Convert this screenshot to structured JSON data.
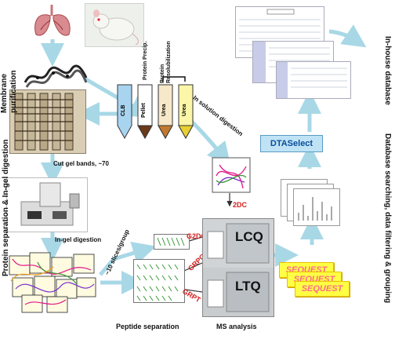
{
  "labels": {
    "membrane_purification": "Membrane purification",
    "protein_separation": "Protein separation & In-gel digestion",
    "peptide_separation": "Peptide separation",
    "ms_analysis": "MS analysis",
    "in_house_database": "In-house database",
    "database_searching": "Database searching, data filtering & grouping",
    "protein_precip": "Protein Precip.",
    "protein_resolubilization": "Protein Resolubilization",
    "in_solution_digestion": "In solution digestion",
    "cut_gel_bands": "Cut gel bands, ~70",
    "in_gel_digestion": "In-gel digestion",
    "slices_per_group": "~10 slices/group",
    "tube_clb": "CLB",
    "tube_pellet": "Pellet",
    "tube_urea_1": "Urea",
    "tube_urea_2": "Urea",
    "two_dc": "2DC",
    "g2dc": "G2DC",
    "grpc": "GRPC",
    "grpt": "GRPT",
    "lcq": "LCQ",
    "ltq": "LTQ",
    "dtaselect": "DTASelect",
    "sequest_1": "SEQUEST",
    "sequest_2": "SEQUEST",
    "sequest_3": "SEQUEST"
  },
  "colors": {
    "arrow": "#a8d8e6",
    "accent_red": "#d61c1c",
    "dtaselect_bg": "#bfe3f5",
    "sequest_bg": "#ffff44",
    "sequest_text": "#ff6a8a"
  }
}
